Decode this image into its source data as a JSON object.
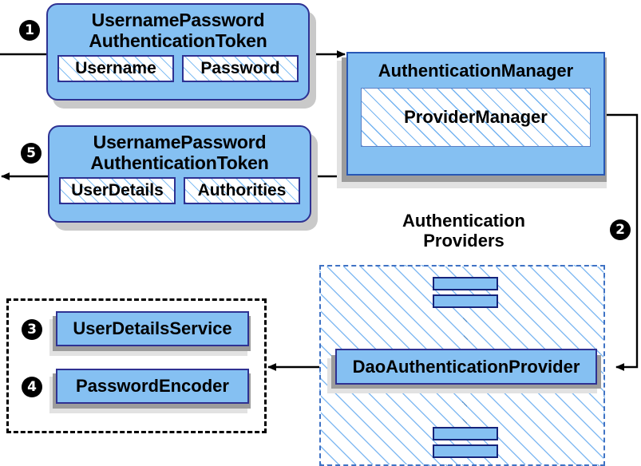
{
  "diagram": {
    "title": "Spring Security username/password authentication flow",
    "colors": {
      "box_fill": "#85c0f2",
      "box_border": "#2e3192",
      "hatch_border": "#3f72c4",
      "dotted_border": "#000000",
      "shadow_dark": "#9c9c9c",
      "shadow_light": "#e2e2e2",
      "badge_fill": "#000000",
      "badge_text": "#ffffff",
      "arrow": "#000000"
    },
    "badges": [
      {
        "id": "badge-1",
        "label": "1"
      },
      {
        "id": "badge-2",
        "label": "2"
      },
      {
        "id": "badge-3",
        "label": "3"
      },
      {
        "id": "badge-4",
        "label": "4"
      },
      {
        "id": "badge-5",
        "label": "5"
      }
    ],
    "request_token": {
      "title_line1": "UsernamePassword",
      "title_line2": "AuthenticationToken",
      "fields": [
        {
          "label": "Username"
        },
        {
          "label": "Password"
        }
      ]
    },
    "response_token": {
      "title_line1": "UsernamePassword",
      "title_line2": "AuthenticationToken",
      "fields": [
        {
          "label": "UserDetails"
        },
        {
          "label": "Authorities"
        }
      ]
    },
    "authentication_manager": {
      "title": "AuthenticationManager",
      "inner": "ProviderManager"
    },
    "providers": {
      "caption_line1": "Authentication",
      "caption_line2": "Providers",
      "main_provider": "DaoAuthenticationProvider",
      "other_providers_top": [
        "",
        ""
      ],
      "other_providers_bottom": [
        "",
        ""
      ]
    },
    "dependencies": {
      "items": [
        {
          "label": "UserDetailsService"
        },
        {
          "label": "PasswordEncoder"
        }
      ]
    }
  }
}
